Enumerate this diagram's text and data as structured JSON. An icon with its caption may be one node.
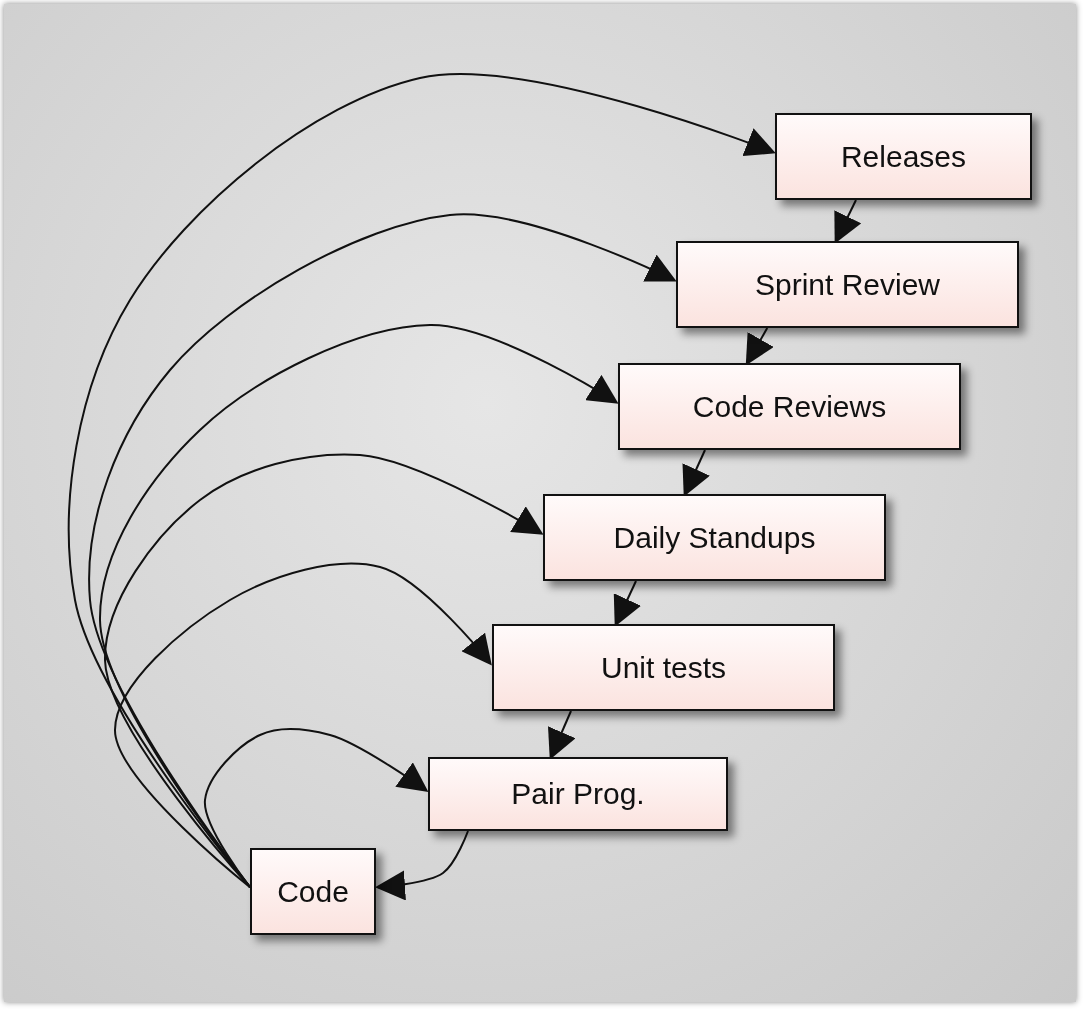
{
  "diagram": {
    "nodes": [
      {
        "text": [
          "Releases"
        ]
      },
      {
        "text": [
          "Sprint Review"
        ]
      },
      {
        "text": [
          "Code Reviews"
        ]
      },
      {
        "text": [
          "Daily Standups"
        ]
      },
      {
        "text": [
          "Unit tests"
        ]
      },
      {
        "text": [
          "Pair Prog."
        ]
      },
      {
        "text": [
          "Code"
        ]
      }
    ],
    "edges": [
      {
        "from": 6,
        "to": 0,
        "arrow": "to"
      },
      {
        "from": 6,
        "to": 1,
        "arrow": "to"
      },
      {
        "from": 6,
        "to": 2,
        "arrow": "to"
      },
      {
        "from": 6,
        "to": 3,
        "arrow": "to"
      },
      {
        "from": 6,
        "to": 4,
        "arrow": "to"
      },
      {
        "from": 6,
        "to": 5,
        "arrow": "to"
      },
      {
        "from": 0,
        "to": 1,
        "arrow": "to"
      },
      {
        "from": 1,
        "to": 2,
        "arrow": "to"
      },
      {
        "from": 2,
        "to": 3,
        "arrow": "to"
      },
      {
        "from": 3,
        "to": 4,
        "arrow": "to"
      },
      {
        "from": 4,
        "to": 5,
        "arrow": "to"
      },
      {
        "from": 5,
        "to": 6,
        "arrow": "to"
      }
    ]
  }
}
